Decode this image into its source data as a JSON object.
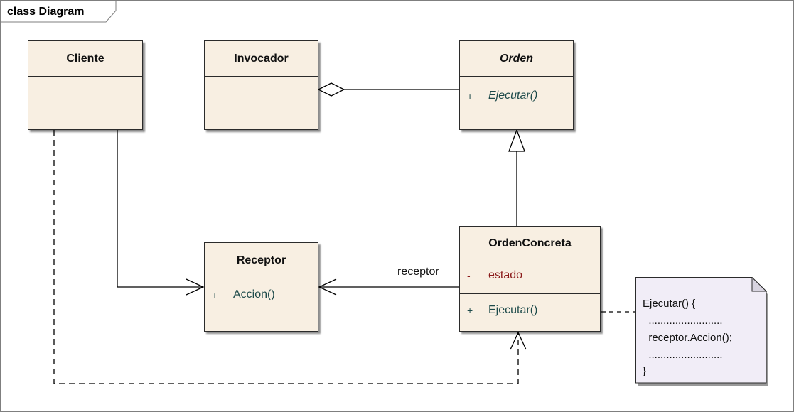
{
  "frame": {
    "label": "class Diagram"
  },
  "classes": {
    "cliente": {
      "name": "Cliente"
    },
    "invocador": {
      "name": "Invocador"
    },
    "orden": {
      "name": "Orden",
      "ops": [
        {
          "vis": "+",
          "text": "Ejecutar()"
        }
      ]
    },
    "receptor": {
      "name": "Receptor",
      "ops": [
        {
          "vis": "+",
          "text": "Accion()"
        }
      ]
    },
    "orden_concreta": {
      "name": "OrdenConcreta",
      "attrs": [
        {
          "vis": "-",
          "text": "estado"
        }
      ],
      "ops": [
        {
          "vis": "+",
          "text": "Ejecutar()"
        }
      ]
    }
  },
  "association_label": "receptor",
  "note": {
    "lines": [
      "Ejecutar() {",
      "  .........................",
      "  receptor.Accion();",
      "  .........................",
      "}"
    ]
  },
  "colors": {
    "class_fill": "#f8efe2",
    "note_fill": "#f1edf7",
    "op_text": "#1d4a4a",
    "attr_text": "#8b1a1a"
  }
}
